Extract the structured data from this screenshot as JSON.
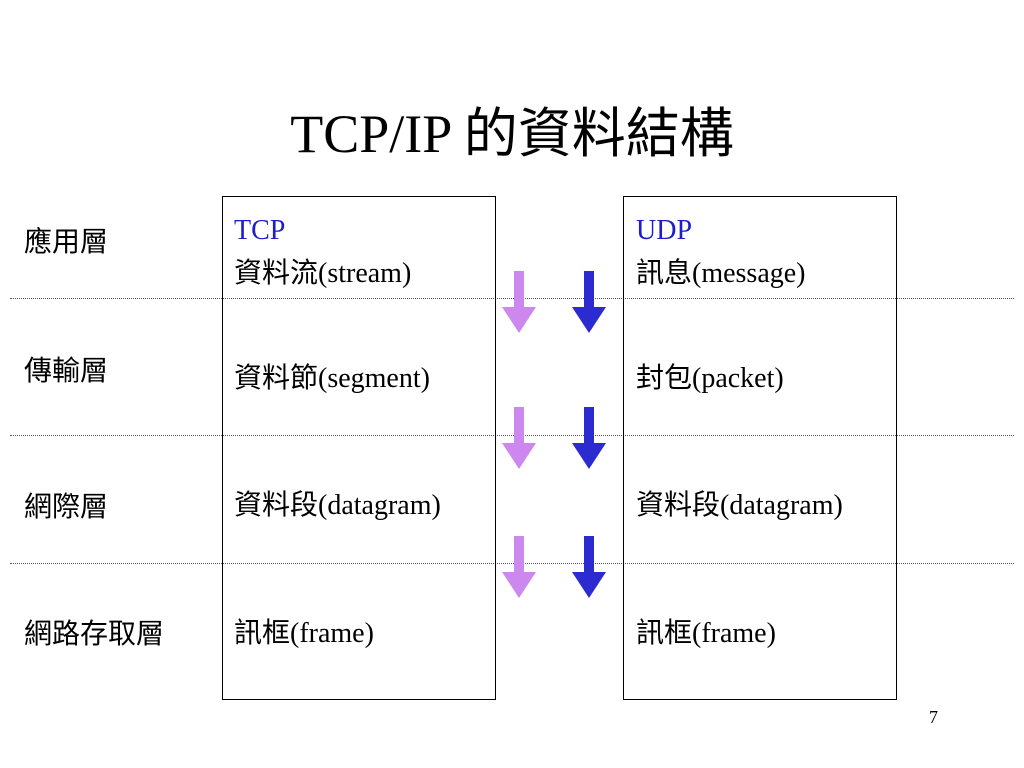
{
  "title": "TCP/IP 的資料結構",
  "layers": [
    "應用層",
    "傳輸層",
    "網際層",
    "網路存取層"
  ],
  "tcp": {
    "protocol": "TCP",
    "units": [
      "資料流(stream)",
      "資料節(segment)",
      "資料段(datagram)",
      "訊框(frame)"
    ]
  },
  "udp": {
    "protocol": "UDP",
    "units": [
      "訊息(message)",
      "封包(packet)",
      "資料段(datagram)",
      "訊框(frame)"
    ]
  },
  "colors": {
    "protocol_label": "#1d1dc9",
    "arrow_light": "#cc88ee",
    "arrow_dark": "#2b2bd0"
  },
  "page_number": "7"
}
